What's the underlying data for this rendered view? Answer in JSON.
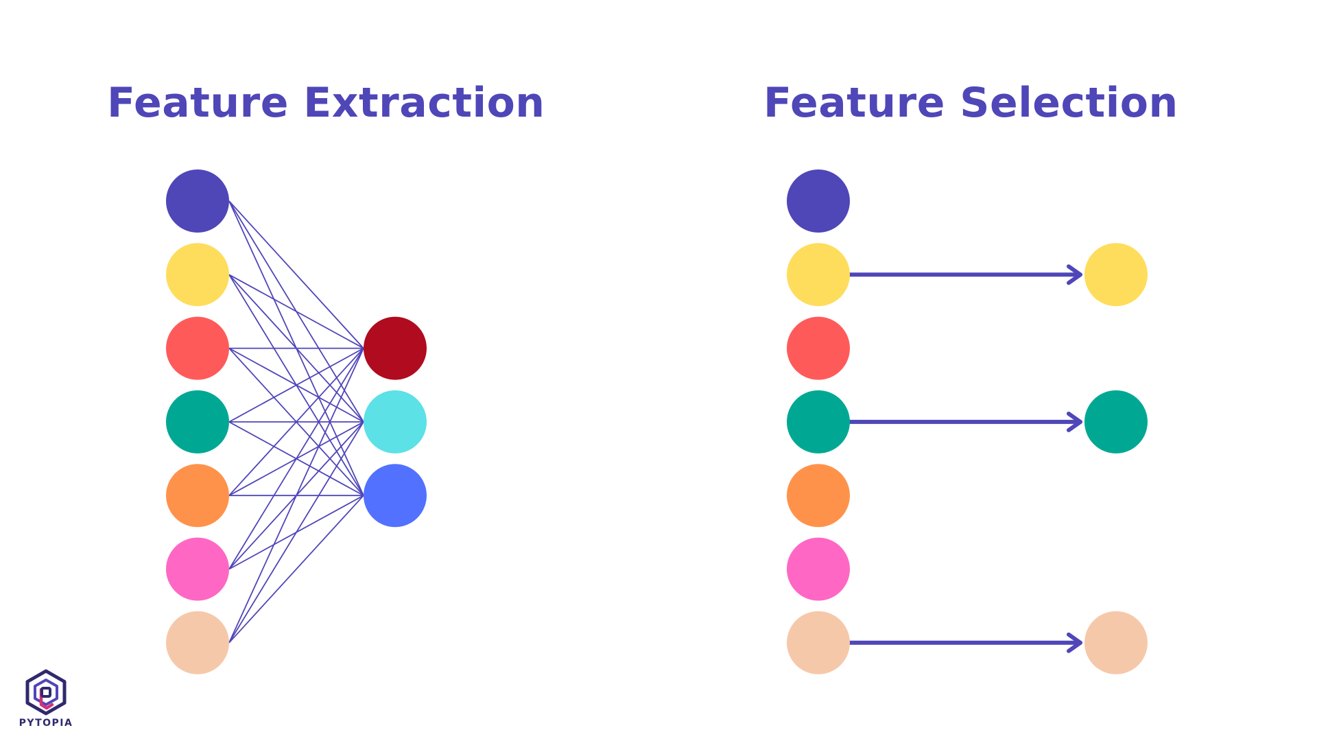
{
  "titles": {
    "extraction": "Feature Extraction",
    "selection": "Feature Selection"
  },
  "colors": {
    "title": "#4f46b8",
    "connector": "#4f46b8",
    "input_features": [
      "#4f46b8",
      "#fedd5c",
      "#ff5a5a",
      "#00a893",
      "#ff924b",
      "#ff67c4",
      "#f6c8aa"
    ],
    "extracted_features": [
      "#b00b1e",
      "#5ce1e6",
      "#5271ff"
    ]
  },
  "extraction": {
    "inputs": 7,
    "outputs": 3,
    "fully_connected": true
  },
  "selection": {
    "inputs": 7,
    "selected_indices": [
      1,
      3,
      6
    ]
  },
  "logo": {
    "text": "PYTOPIA",
    "icon": "pytopia-hexagon-icon"
  }
}
